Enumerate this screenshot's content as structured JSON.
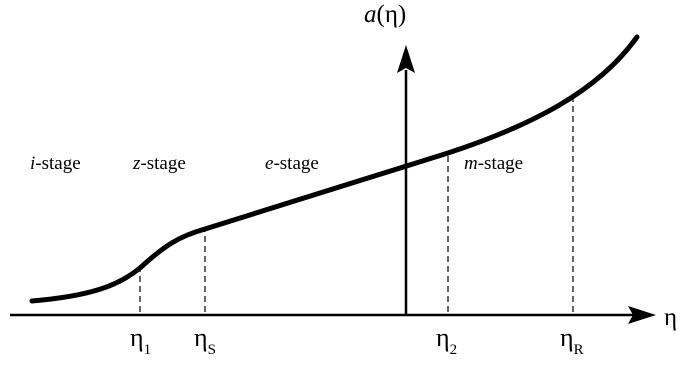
{
  "axes": {
    "y_label": {
      "prefix": "a",
      "open": "(",
      "symbol": "η",
      "close": ")"
    },
    "x_label": "η"
  },
  "stages": [
    {
      "name": "i",
      "suffix": "-stage"
    },
    {
      "name": "z",
      "suffix": "-stage"
    },
    {
      "name": "e",
      "suffix": "-stage"
    },
    {
      "name": "m",
      "suffix": "-stage"
    }
  ],
  "ticks": [
    {
      "symbol": "η",
      "sub": "1"
    },
    {
      "symbol": "η",
      "sub": "S"
    },
    {
      "symbol": "η",
      "sub": "2"
    },
    {
      "symbol": "η",
      "sub": "R"
    }
  ],
  "colors": {
    "ink": "#000000",
    "background": "#ffffff"
  }
}
